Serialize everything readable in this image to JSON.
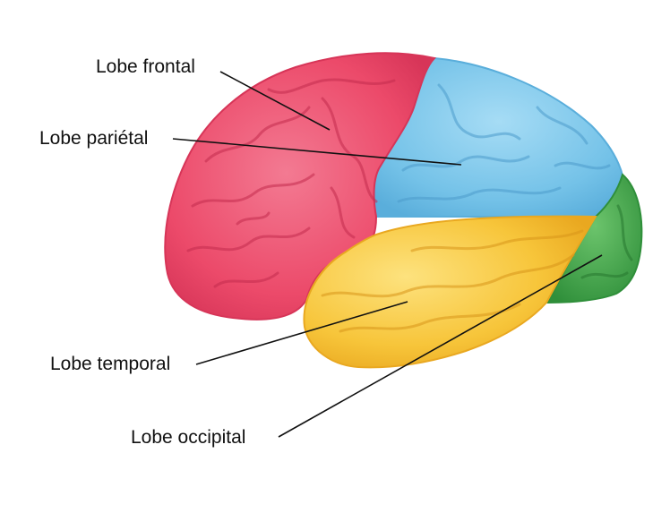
{
  "labels": {
    "frontal": "Lobe frontal",
    "parietal": "Lobe pariétal",
    "temporal": "Lobe temporal",
    "occipital": "Lobe occipital"
  },
  "colors": {
    "frontal": "#ec4a6a",
    "parietal": "#74c2e8",
    "temporal": "#f7c53a",
    "occipital": "#43a64a",
    "leader_line": "#111111"
  }
}
